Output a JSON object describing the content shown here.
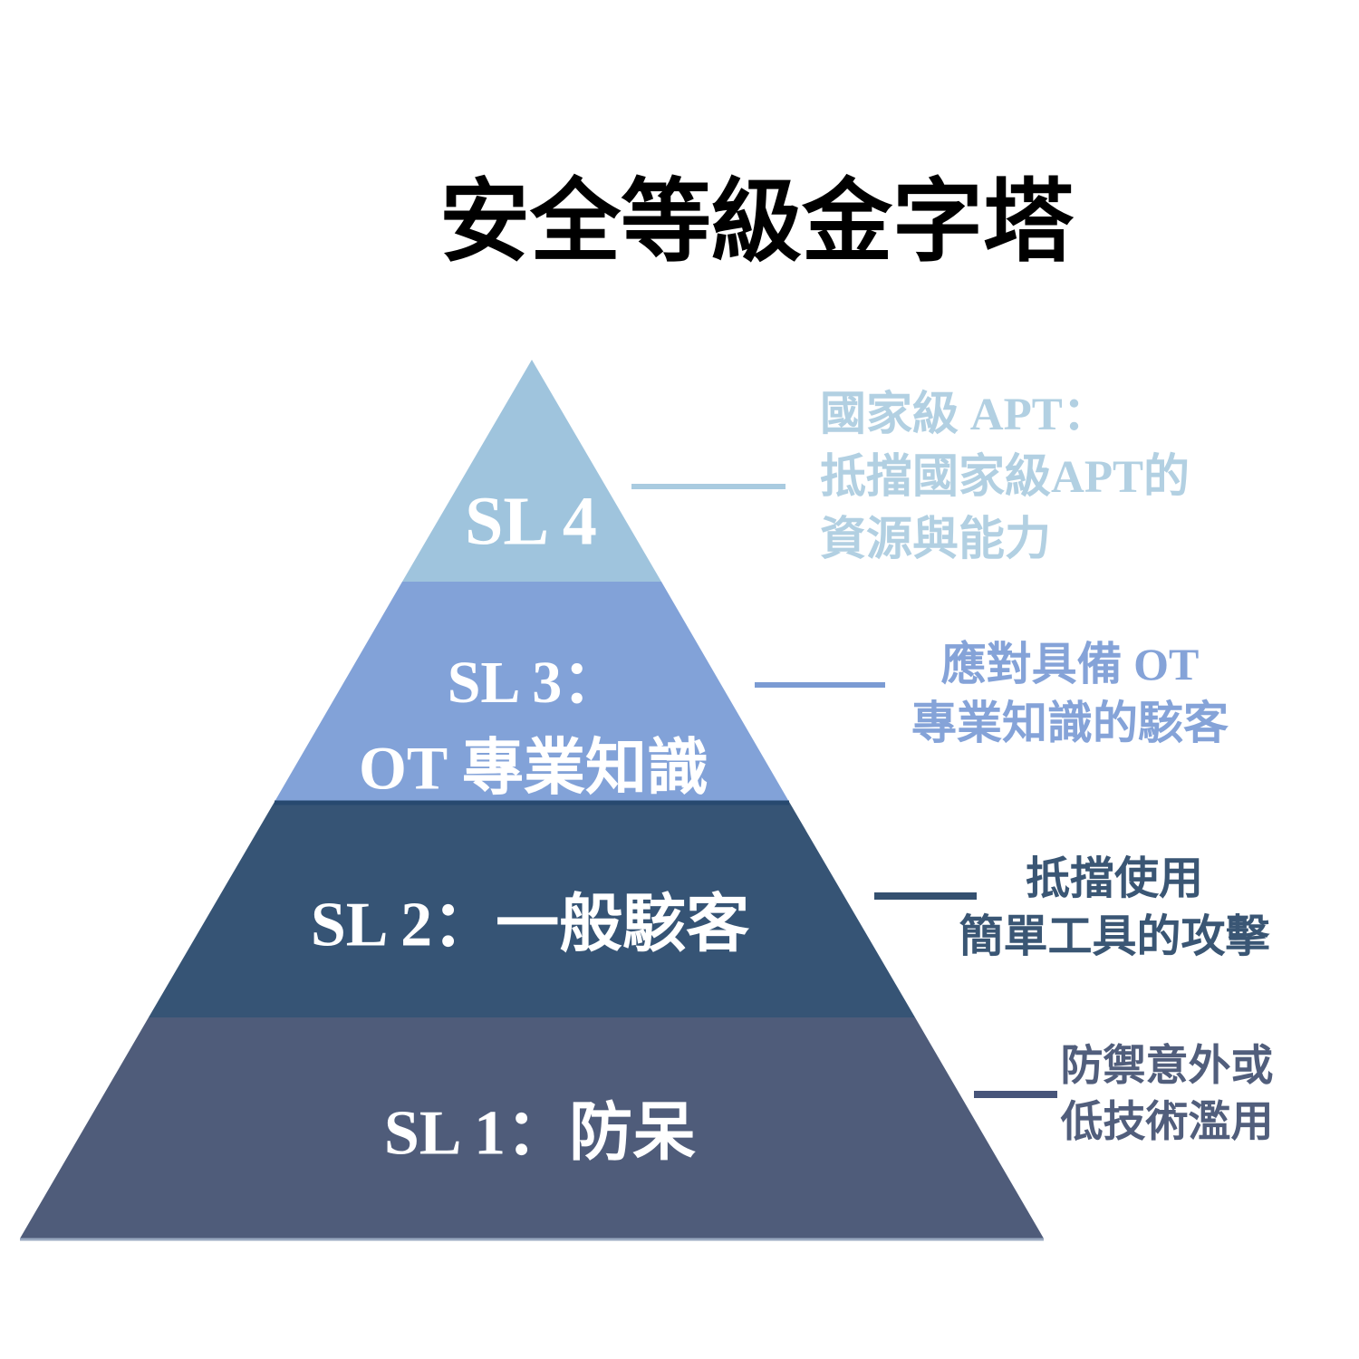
{
  "title": "安全等級金字塔",
  "title_color": "#000000",
  "background": "#ffffff",
  "pyramid": {
    "levels": [
      {
        "name": "SL 4",
        "line1": "SL 4",
        "line2": "",
        "fill": "#9fc4dd",
        "text_color": "#ffffff"
      },
      {
        "name": "SL 3",
        "line1": "SL 3：",
        "line2": "OT 專業知識",
        "fill": "#82a2d8",
        "text_color": "#ffffff"
      },
      {
        "name": "SL 2",
        "line1": "SL 2：一般駭客",
        "line2": "",
        "fill": "#365475",
        "text_color": "#ffffff"
      },
      {
        "name": "SL 1",
        "line1": "SL 1：防呆",
        "line2": "",
        "fill": "#4f5c7a",
        "text_color": "#ffffff"
      }
    ],
    "divider_color": "#27496f",
    "base_edge_color": "#9aa9c0"
  },
  "annotations": [
    {
      "lines": [
        "國家級 APT：",
        "抵擋國家級APT的",
        "資源與能力"
      ],
      "color": "#b2d0e2",
      "connector_color": "#a9cbe0"
    },
    {
      "lines": [
        "應對具備 OT",
        "專業知識的駭客"
      ],
      "color": "#85a3d8",
      "connector_color": "#7b9bd3"
    },
    {
      "lines": [
        "抵擋使用",
        "簡單工具的攻擊"
      ],
      "color": "#3a5674",
      "connector_color": "#34506f"
    },
    {
      "lines": [
        "防禦意外或",
        "低技術濫用"
      ],
      "color": "#515e7c",
      "connector_color": "#47557a"
    }
  ]
}
